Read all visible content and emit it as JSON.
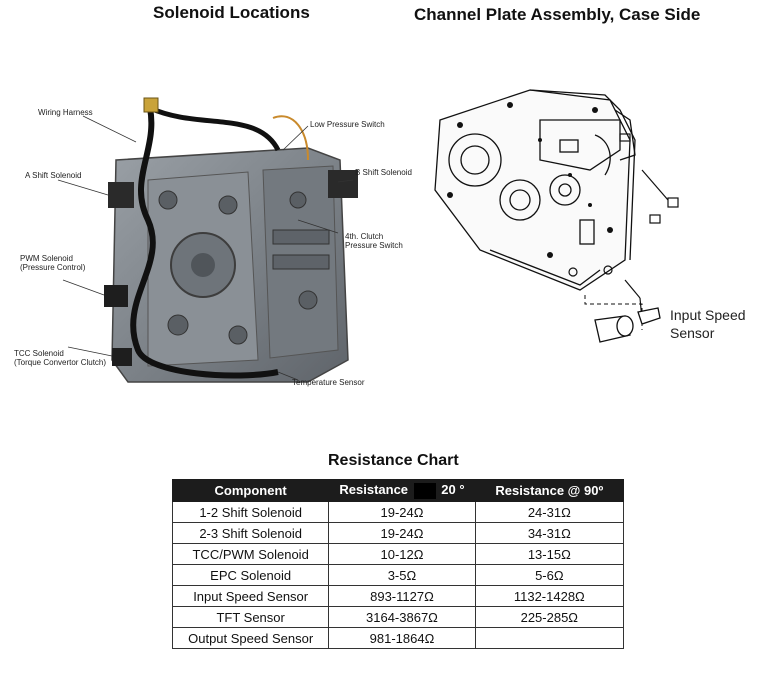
{
  "titles": {
    "left": "Solenoid Locations",
    "right": "Channel Plate Assembly, Case Side"
  },
  "callouts": {
    "wiring_harness": "Wiring Harness",
    "low_pressure_switch": "Low Pressure Switch",
    "a_shift": "A Shift Solenoid",
    "b_shift": "B Shift Solenoid",
    "clutch_4th_line1": "4th. Clutch",
    "clutch_4th_line2": "Pressure Switch",
    "pwm_line1": "PWM Solenoid",
    "pwm_line2": "(Pressure Control)",
    "tcc_line1": "TCC Solenoid",
    "tcc_line2": "(Torque Convertor Clutch)",
    "temp_sensor": "Temperature Sensor",
    "input_speed_line1": "Input Speed",
    "input_speed_line2": "Sensor"
  },
  "resistance_chart": {
    "title": "Resistance Chart",
    "headers": {
      "component": "Component",
      "res1_label": "Resistance",
      "res1_temp": "20 °",
      "res2_label": "Resistance @",
      "res2_temp": "90º"
    },
    "rows": [
      {
        "component": "1-2 Shift Solenoid",
        "r20": "19-24Ω",
        "r90": "24-31Ω"
      },
      {
        "component": "2-3 Shift Solenoid",
        "r20": "19-24Ω",
        "r90": "34-31Ω"
      },
      {
        "component": "TCC/PWM Solenoid",
        "r20": "10-12Ω",
        "r90": "13-15Ω"
      },
      {
        "component": "EPC Solenoid",
        "r20": "3-5Ω",
        "r90": "5-6Ω"
      },
      {
        "component": "Input Speed Sensor",
        "r20": "893-1127Ω",
        "r90": "1132-1428Ω"
      },
      {
        "component": "TFT Sensor",
        "r20": "3164-3867Ω",
        "r90": "225-285Ω"
      },
      {
        "component": "Output Speed Sensor",
        "r20": "981-1864Ω",
        "r90": ""
      }
    ]
  }
}
